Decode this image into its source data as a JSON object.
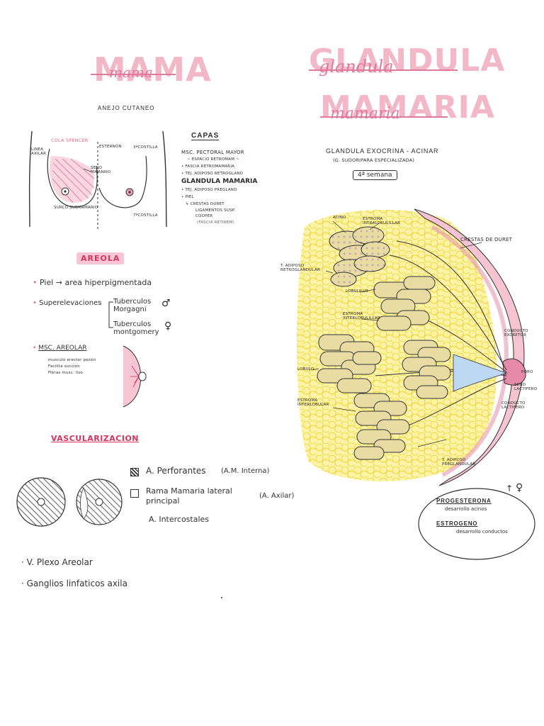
{
  "mama": {
    "title": "MAMA",
    "title_script": "mama",
    "subtitle": "ANEJO CUTANEO"
  },
  "breast_diagram": {
    "labels": {
      "cola_spencer": "COLA SPENCER",
      "linea_axilar": "LINEA AXILAR",
      "esternon": "ESTERNÓN",
      "costilla_top": "3ªCOSTILLA",
      "seno_mamario": "SENO MAMARIO",
      "surco": "SURCO SUBMAMARIO",
      "costilla_bottom": "7ªCOSTILLA"
    }
  },
  "capas": {
    "title": "CAPAS",
    "items": [
      "MSC. PECTORAL MAYOR",
      "~ ESPACIO RETROMAM ~",
      "• FASCIA RETROMAMARIA",
      "• TEJ. ADIPOSO RETROGLAND",
      "GLANDULA MAMARIA",
      "• TEJ. ADIPOSO PREGLAND",
      "• PIEL",
      "↳ CRESTAS DURET",
      "LIGAMENTOS SUSP. COOPER",
      "(FASCIA RETINEM)"
    ]
  },
  "glandula": {
    "title_line1": "GLANDULA",
    "title_line2": "MAMARIA",
    "script_line1": "glandula",
    "script_line2": "mamaria",
    "subtitle": "GLANDULA EXOCRINA - ACINAR",
    "note": "(G. SUDORIPARA ESPECIALIZADA)",
    "week": "4ª semana"
  },
  "gland_diagram": {
    "labels": {
      "acino": "ACINO",
      "estroma_intra": "ESTROMA INTRALOBULILLAR",
      "crestas": "CRESTAS DE DURET",
      "tej_retro": "T. ADIPOSO RETROGLANDULAR",
      "lobulillo": "LOBULILLO",
      "estroma_inter_lobulillar": "ESTROMA INTERLOBULILLAR",
      "conducto_excretor": "CONDUCTO EXCRETOR",
      "lobulo": "LOBULO",
      "poro": "PORO",
      "seno_lactifero": "SENO LACTIFERO",
      "estroma_interlobular": "ESTROMA INTERLOBULAR",
      "conducto_lactifero": "CONDUCTO LACTIFERO",
      "tej_pre": "T. ADIPOSO PREGLANDULAR"
    }
  },
  "areola": {
    "title": "AREOLA",
    "items": [
      {
        "text": "Piel → area hiperpigmentada"
      },
      {
        "text": "Superelevaciones"
      }
    ],
    "tuberculos_1": "Tuberculos Morgagni",
    "tuberculos_2": "Tuberculos montgomery",
    "msc_title": "MSC. AREOLAR",
    "msc_lines": [
      "musculo erector pezón",
      "Facilita succión",
      "Fibras musc. liso"
    ]
  },
  "vascularizacion": {
    "title": "VASCULARIZACION",
    "legend": [
      {
        "label": "A. Perforantes",
        "note": "(A.M. Interna)"
      },
      {
        "label": "Rama Mamaria lateral principal",
        "note": "(A. Axilar)"
      },
      {
        "label": "A. Intercostales",
        "note": ""
      }
    ],
    "extras": [
      "· V. Plexo Areolar",
      "· Ganglios linfaticos axila"
    ]
  },
  "hormones": {
    "progesterona": "PROGESTERONA",
    "progesterona_desc": "desarrollo acinos",
    "estrogeno": "ESTROGENO",
    "estrogeno_desc": "desarrollo conductos"
  },
  "colors": {
    "pink": "#f2b8c8",
    "pink_dark": "#e06a8a",
    "red": "#d6335f",
    "acini": "#e8dca3",
    "fat": "#f8ec86",
    "duct_blue": "#bcd8f2"
  }
}
